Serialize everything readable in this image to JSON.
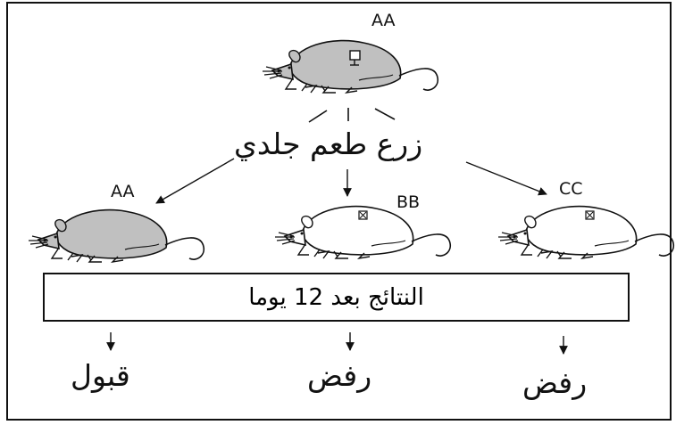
{
  "donor": {
    "genotype": "AA"
  },
  "procedure": {
    "label": "زرع طعم جلدي"
  },
  "recipients": [
    {
      "genotype": "AA"
    },
    {
      "genotype": "BB"
    },
    {
      "genotype": "CC"
    }
  ],
  "results_box": {
    "label": "النتائج بعد 12 يوما"
  },
  "outcomes": [
    {
      "label": "قبول"
    },
    {
      "label": "رفض"
    },
    {
      "label": "رفض"
    }
  ],
  "colors": {
    "recipient_aa_fill": "#c0c0c0",
    "other_recipients_fill": "#ffffff",
    "line": "#111111"
  }
}
